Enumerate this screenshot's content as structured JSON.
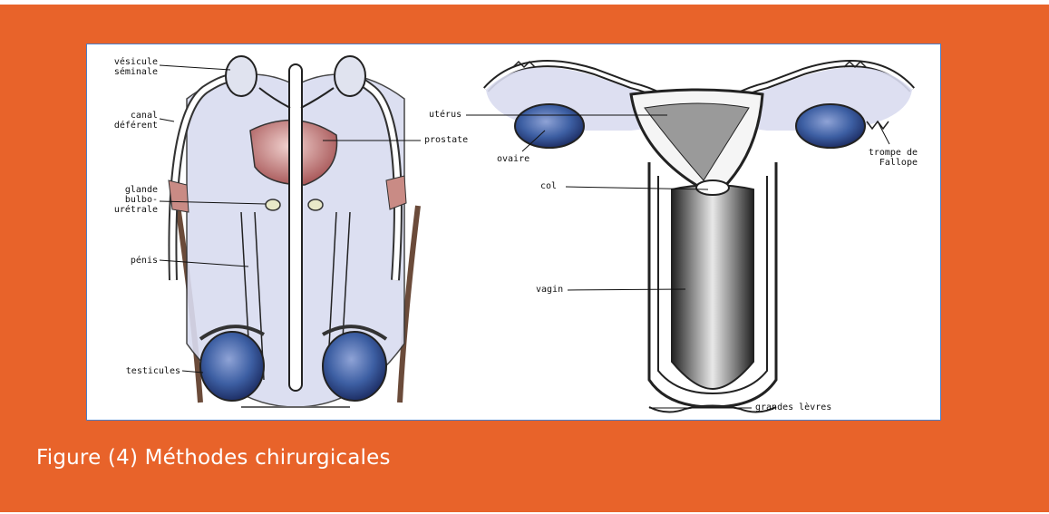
{
  "caption": "Figure (4) Méthodes chirurgicales",
  "male_labels": {
    "vesicule_seminale": "vésicule\nséminale",
    "canal_deferent": "canal\ndéférent",
    "prostate": "prostate",
    "glande_bulbo_uretrale": "glande\nbulbo-\nurétrale",
    "penis": "pénis",
    "testicules": "testicules"
  },
  "female_labels": {
    "uterus": "utérus",
    "ovaire": "ovaire",
    "trompe_de_fallope": "trompe de\nFallope",
    "col": "col",
    "vagin": "vagin",
    "grandes_levres": "grandes lèvres"
  },
  "colors": {
    "background": "#e8632a",
    "frame_border": "#4a7fc9",
    "testis_blue": "#3d5fa3",
    "ovary_blue": "#4a68ad",
    "prostate_red": "#b06a6a",
    "tissue_lavender": "#d9dcf0"
  }
}
